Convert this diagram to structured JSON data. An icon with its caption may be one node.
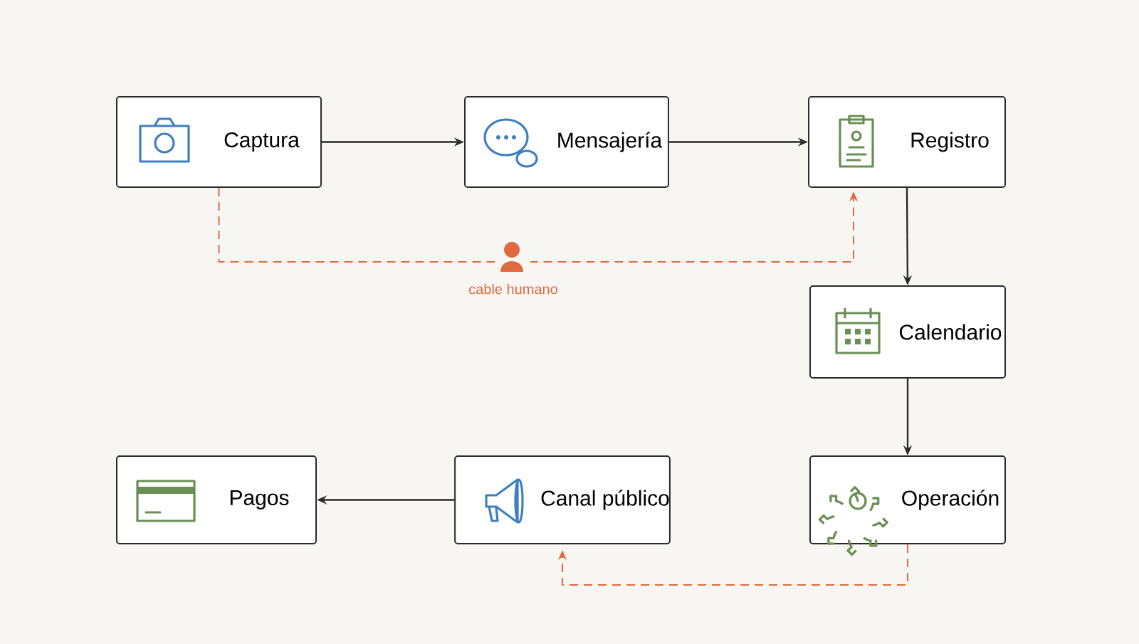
{
  "diagram": {
    "nodes": [
      {
        "text": [
          "Captura"
        ]
      },
      {
        "text": [
          "Mensajería"
        ]
      },
      {
        "text": [
          "Registro"
        ]
      },
      {
        "text": [
          "Calendario"
        ]
      },
      {
        "text": [
          "Pagos"
        ]
      },
      {
        "text": [
          "Canal público"
        ]
      },
      {
        "text": [
          "Operación"
        ]
      }
    ],
    "edges": [
      {
        "from": 0,
        "to": 1,
        "arrow": "to"
      },
      {
        "from": 1,
        "to": 2,
        "arrow": "to"
      },
      {
        "from": 2,
        "to": 3,
        "arrow": "to"
      },
      {
        "from": 3,
        "to": 6,
        "arrow": "to"
      },
      {
        "from": 5,
        "to": 4,
        "arrow": "to"
      },
      {
        "from": 0,
        "to": 2,
        "arrow": "to",
        "style": "dashed",
        "color": "#e06a3f",
        "label": "cable humano"
      },
      {
        "from": 6,
        "to": 5,
        "arrow": "to",
        "style": "dashed",
        "color": "#e06a3f"
      }
    ]
  }
}
